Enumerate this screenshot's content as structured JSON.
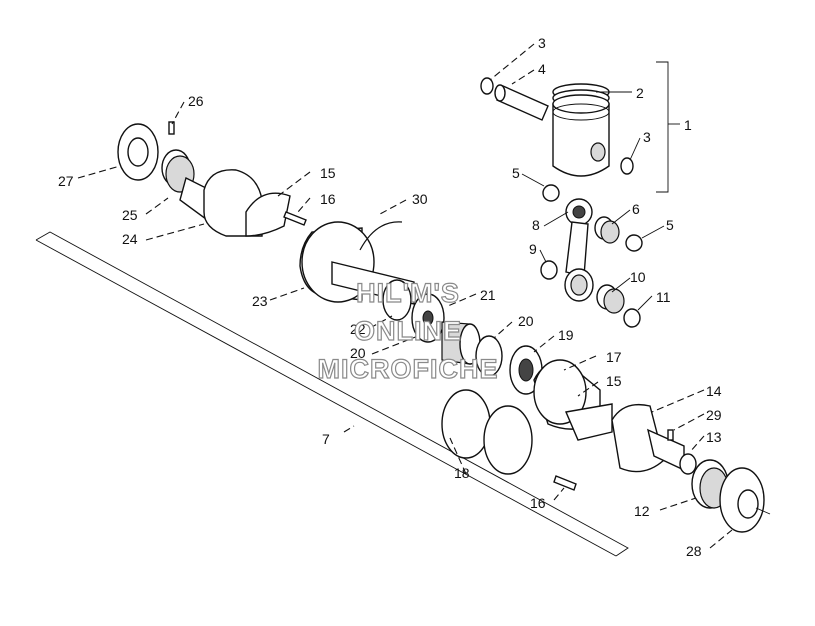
{
  "callouts": {
    "c1": "1",
    "c2": "2",
    "c3a": "3",
    "c3b": "3",
    "c4": "4",
    "c5a": "5",
    "c5b": "5",
    "c6": "6",
    "c7": "7",
    "c8": "8",
    "c9": "9",
    "c10": "10",
    "c11": "11",
    "c12": "12",
    "c13": "13",
    "c14": "14",
    "c15a": "15",
    "c15b": "15",
    "c16a": "16",
    "c16b": "16",
    "c17": "17",
    "c18": "18",
    "c19": "19",
    "c20a": "20",
    "c20b": "20",
    "c21": "21",
    "c22": "22",
    "c23": "23",
    "c24": "24",
    "c25": "25",
    "c26": "26",
    "c27": "27",
    "c28": "28",
    "c29": "29",
    "c30": "30"
  },
  "watermark": {
    "line1": "HIL'M'S",
    "line2": "ONLINE",
    "line3": "MICROFICHE"
  }
}
